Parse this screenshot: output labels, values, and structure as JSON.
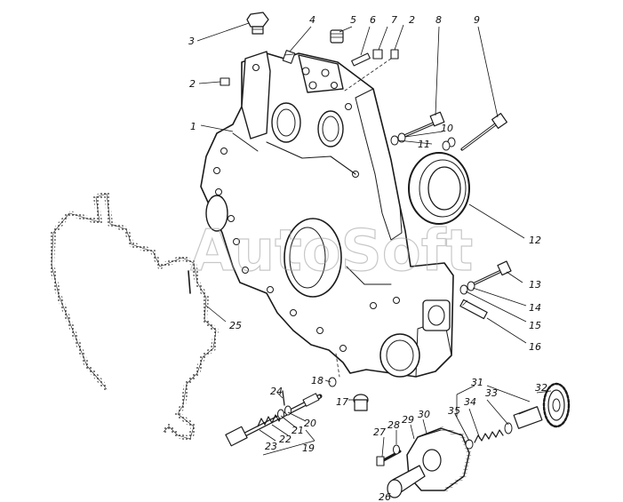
{
  "watermark": "AutoSoft",
  "callouts": [
    {
      "label": "1"
    },
    {
      "label": "2"
    },
    {
      "label": "2"
    },
    {
      "label": "2"
    },
    {
      "label": "3"
    },
    {
      "label": "4"
    },
    {
      "label": "5"
    },
    {
      "label": "6"
    },
    {
      "label": "7"
    },
    {
      "label": "8"
    },
    {
      "label": "9"
    },
    {
      "label": "10"
    },
    {
      "label": "11"
    },
    {
      "label": "12"
    },
    {
      "label": "13"
    },
    {
      "label": "14"
    },
    {
      "label": "15"
    },
    {
      "label": "16"
    },
    {
      "label": "17"
    },
    {
      "label": "18"
    },
    {
      "label": "19"
    },
    {
      "label": "20"
    },
    {
      "label": "21"
    },
    {
      "label": "22"
    },
    {
      "label": "23"
    },
    {
      "label": "24"
    },
    {
      "label": "25"
    },
    {
      "label": "26"
    },
    {
      "label": "27"
    },
    {
      "label": "28"
    },
    {
      "label": "29"
    },
    {
      "label": "30"
    },
    {
      "label": "31"
    },
    {
      "label": "32"
    },
    {
      "label": "33"
    },
    {
      "label": "34"
    },
    {
      "label": "35"
    }
  ]
}
